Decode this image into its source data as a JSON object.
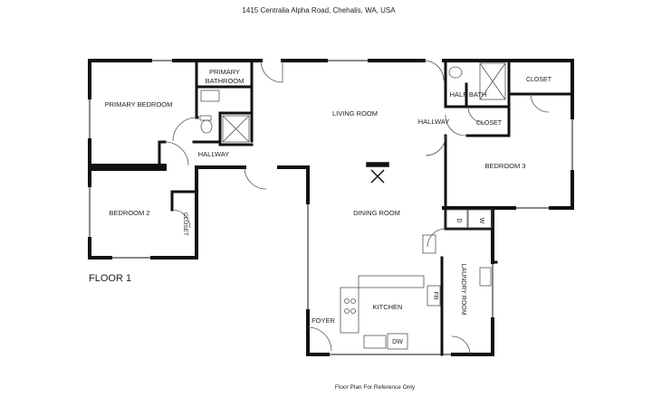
{
  "header": {
    "address": "1415 Centralia Alpha Road, Chehalis, WA, USA"
  },
  "floor_label": "FLOOR 1",
  "footer": {
    "note": "Floor Plan For Reference Only"
  },
  "rooms": {
    "primary_bathroom_line1": "PRIMARY",
    "primary_bathroom_line2": "BATHROOM",
    "primary_bedroom": "PRIMARY BEDROOM",
    "living_room": "LIVING ROOM",
    "half_bath": "HALF BATH",
    "closet_top_right": "CLOSET",
    "hallway_right": "HALLWAY",
    "closet_mid_right": "CLOSET",
    "hallway_left": "HALLWAY",
    "bedroom_3": "BEDROOM 3",
    "bedroom_2": "BEDROOM 2",
    "closet_bedroom2": "CLOSET",
    "dining_room": "DINING ROOM",
    "laundry_room": "LAUNDRY ROOM",
    "kitchen": "KITCHEN",
    "foyer": "FOYER"
  },
  "fixtures": {
    "dryer": "D",
    "washer": "W",
    "fridge": "FR",
    "dishwasher": "DW"
  }
}
